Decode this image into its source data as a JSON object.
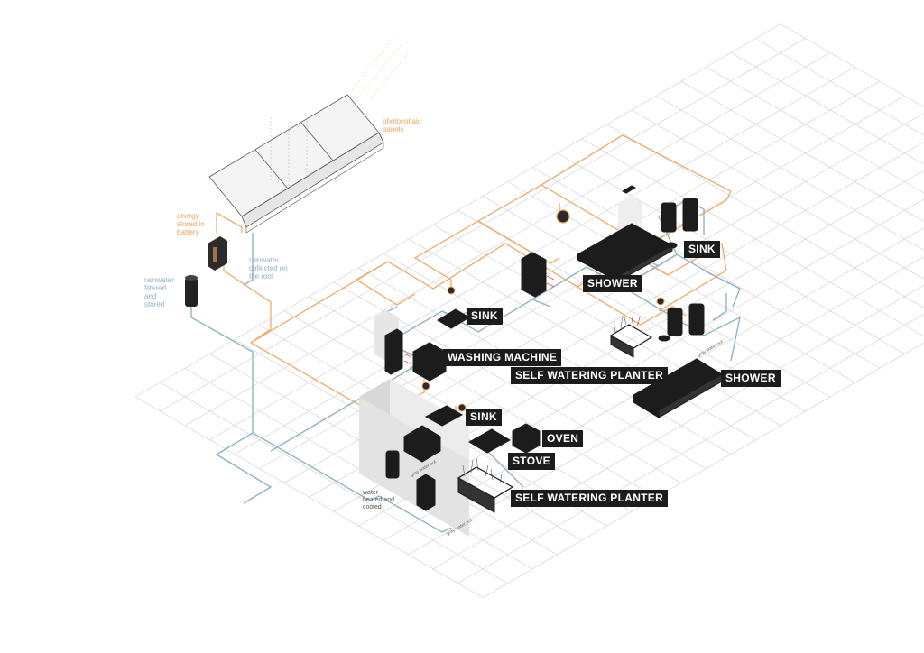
{
  "labels": {
    "sink_1": "SINK",
    "sink_2": "SINK",
    "sink_3": "SINK",
    "shower_1": "SHOWER",
    "shower_2": "SHOWER",
    "washing_machine": "WASHING MACHINE",
    "planter_1": "SELF WATERING PLANTER",
    "planter_2": "SELF WATERING PLANTER",
    "oven": "OVEN",
    "stove": "STOVE"
  },
  "annotations": {
    "photovoltaic": "photovoltaic\npanels",
    "battery": "energy\nstored in\nbattery",
    "rainwater_roof": "rainwater\ncollected on\nthe roof",
    "rainwater_filtered": "rainwater\nfiltered\nand\nstored",
    "water_heated": "water\nheated and\ncooled"
  },
  "pipe_labels": {
    "gray_water_1": "gray water out",
    "gray_water_2": "gray water out",
    "gray_water_3": "gray water out"
  },
  "colors": {
    "energy_line": "#f0a35e",
    "water_line": "#8fb3c4",
    "label_bg": "#1c1c1c",
    "grid": "#d4d4d4",
    "fixture": "#1c1c1c"
  }
}
